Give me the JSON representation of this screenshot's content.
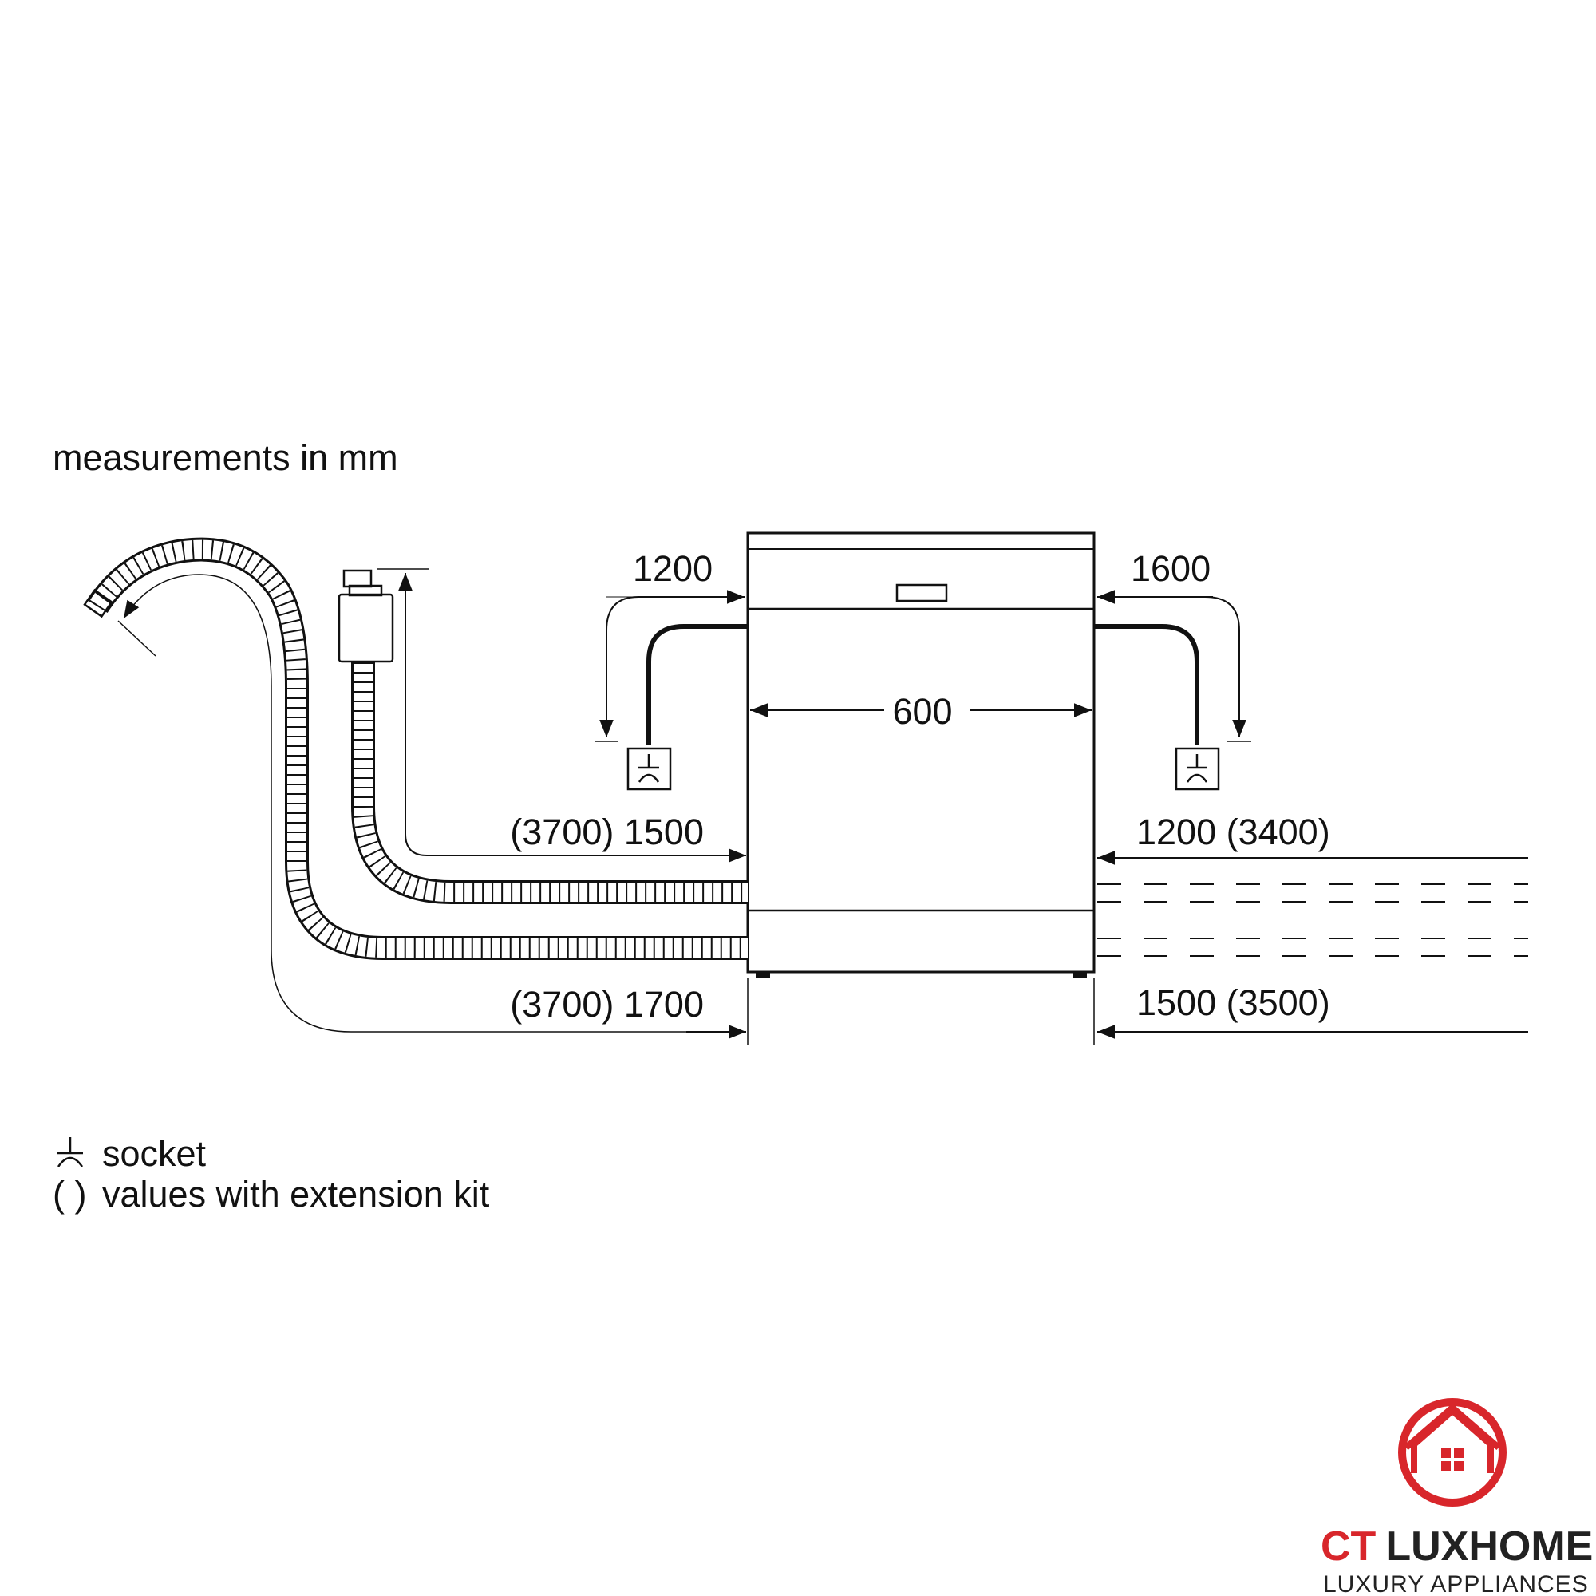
{
  "header": {
    "note": "measurements in mm"
  },
  "dimensions": {
    "width": "600",
    "left_upper_cable": "1200",
    "right_upper_cable": "1600",
    "left_water_inlet": "(3700) 1500",
    "left_drain": "(3700) 1700",
    "right_water_inlet": "1200 (3400)",
    "right_drain": "1500 (3500)"
  },
  "legend": {
    "socket_label": "socket",
    "paren_symbol": "( )",
    "paren_label": "values with extension kit"
  },
  "brand": {
    "name_part1": "CT",
    "name_part2": "LUXHOME",
    "tagline": "LUXURY APPLIANCES",
    "color_red": "#d8262b",
    "color_dark": "#222222"
  },
  "icons": [
    "socket-icon",
    "arrow-icon",
    "house-logo-icon"
  ]
}
